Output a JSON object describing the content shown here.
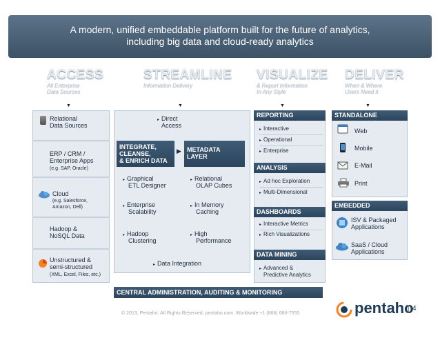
{
  "banner": {
    "line1": "A modern, unified embeddable platform built for the future of analytics,",
    "line2": "including big data and cloud-ready analytics"
  },
  "columns": [
    {
      "title": "ACCESS",
      "sub1": "All Enterprise",
      "sub2": "Data Sources"
    },
    {
      "title": "STREAMLINE",
      "sub1": "Information Delivery",
      "sub2": ""
    },
    {
      "title": "VISUALIZE",
      "sub1": "& Report Information",
      "sub2": "In Any Style"
    },
    {
      "title": "DELIVER",
      "sub1": "When & Where",
      "sub2": "Users Need it"
    }
  ],
  "access": {
    "relational": "Relational",
    "data_sources": "Data Sources",
    "erp": "ERP / CRM /",
    "enterprise_apps": "Enterprise Apps",
    "erp_sub": "(e.g. SAP, Oracle)",
    "cloud": "Cloud",
    "cloud_sub1": "(e.g. Salesforce,",
    "cloud_sub2": "Amazon, Dell)",
    "hadoop": "Hadoop &",
    "nosql": "NoSQL Data",
    "unstructured": "Unstructured &",
    "semi": "semi-structured",
    "unstructured_sub": "(XML, Excel, Files, etc.)"
  },
  "streamline": {
    "direct": "Direct",
    "access": "Access",
    "integrate1": "INTEGRATE,",
    "integrate2": "CLEANSE,",
    "integrate3": "& ENRICH DATA",
    "metadata1": "METADATA",
    "metadata2": "LAYER",
    "graphical1": "Graphical",
    "graphical2": "ETL Designer",
    "enterprise1": "Enterprise",
    "enterprise2": "Scalability",
    "hadoop1": "Hadoop",
    "hadoop2": "Clustering",
    "relational1": "Relational",
    "relational2": "OLAP Cubes",
    "memory1": "In Memory",
    "memory2": "Caching",
    "high1": "High",
    "high2": "Performance",
    "data_integration": "Data Integration",
    "central": "CENTRAL ADMINISTRATION, AUDITING & MONITORING"
  },
  "visualize": {
    "reporting": "REPORTING",
    "reporting_items": [
      "Interactive",
      "Operational",
      "Enterprise"
    ],
    "analysis": "ANALYSIS",
    "analysis_items": [
      "Ad hoc Exploration",
      "Multi-Dimensional"
    ],
    "dashboards": "DASHBOARDS",
    "dashboard_items": [
      "Interactive Metrics",
      "Rich Visualizations"
    ],
    "mining": "DATA MINING",
    "mining1": "Advanced &",
    "mining2": "Predictive Analytics"
  },
  "deliver": {
    "standalone": "STANDALONE",
    "web": "Web",
    "mobile": "Mobile",
    "email": "E-Mail",
    "print": "Print",
    "embedded": "EMBEDDED",
    "isv1": "ISV & Packaged",
    "isv2": "Applications",
    "saas1": "SaaS / Cloud",
    "saas2": "Applications"
  },
  "footer": {
    "copyright": "© 2013, Pentaho. All Rights Reserved. pentaho.com. Worldwide +1 (866) 660-7555",
    "brand": "pentaho",
    "page": "4"
  },
  "colors": {
    "header": "#2f4a62",
    "panel": "#e5ebf1",
    "accent": "#f58220",
    "banner": "#4b6277"
  }
}
